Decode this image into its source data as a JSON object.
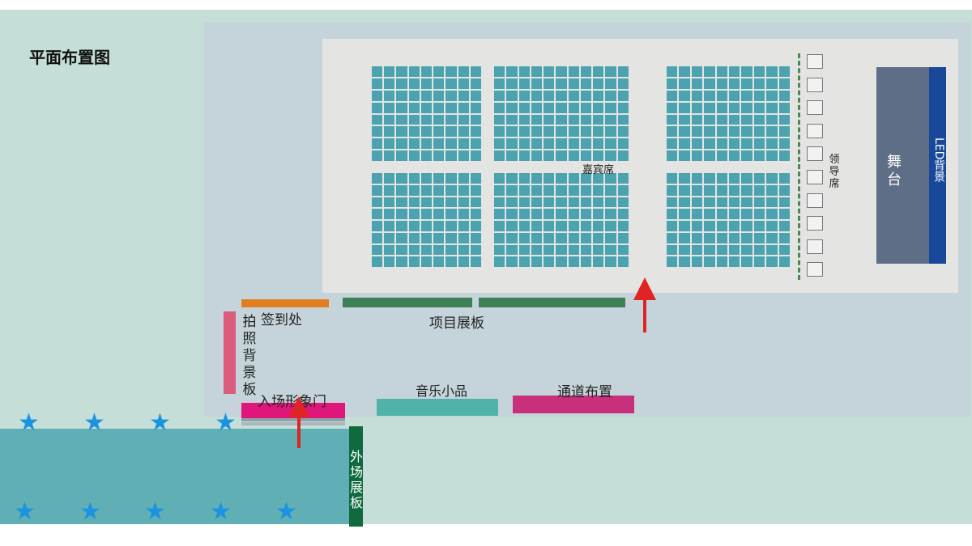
{
  "title": "平面布置图",
  "labels": {
    "guest_seats": "嘉宾席",
    "leader_seats": "领导席",
    "stage": "舞台",
    "led": "LED背景",
    "signin": "签到处",
    "project_board": "项目展板",
    "photo_board": "拍照背景板",
    "entrance_gate": "入场形象门",
    "music": "音乐小品",
    "corridor": "通道布置",
    "outdoor_board": "外场展板"
  },
  "colors": {
    "seat": "#4aa3ae",
    "stage": "#5f6e87",
    "led": "#17489a",
    "signin": "#e07d1e",
    "project_board": "#3e7f55",
    "photo_board": "#dc5c7e",
    "entrance_gate": "#e0177a",
    "music": "#4fb3aa",
    "corridor": "#c9307c",
    "outdoor_board": "#0f6a3e",
    "arrow": "#e02424",
    "star": "#1b93e0"
  },
  "icons": {
    "star": "★",
    "arrow": "arrow-up-icon"
  }
}
